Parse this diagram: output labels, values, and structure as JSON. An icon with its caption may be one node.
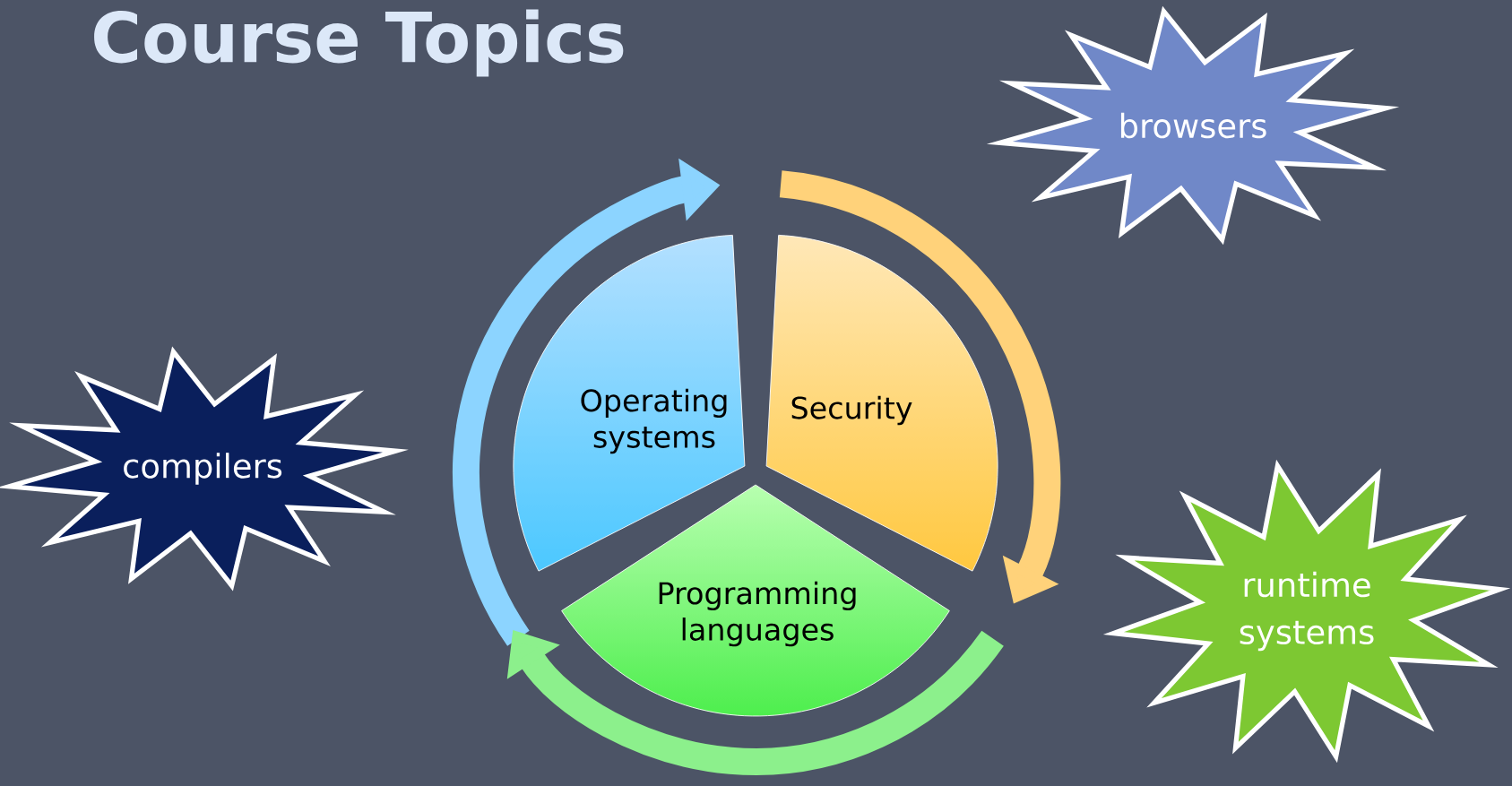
{
  "diagram": {
    "title": "Course Topics",
    "nodes": [
      {
        "text": [
          "Operating systems"
        ]
      },
      {
        "text": [
          "Security"
        ]
      },
      {
        "text": [
          "Programming languages"
        ]
      },
      {
        "text": [
          "compilers"
        ]
      },
      {
        "text": [
          "browsers"
        ]
      },
      {
        "text": [
          "runtime systems"
        ]
      }
    ]
  }
}
